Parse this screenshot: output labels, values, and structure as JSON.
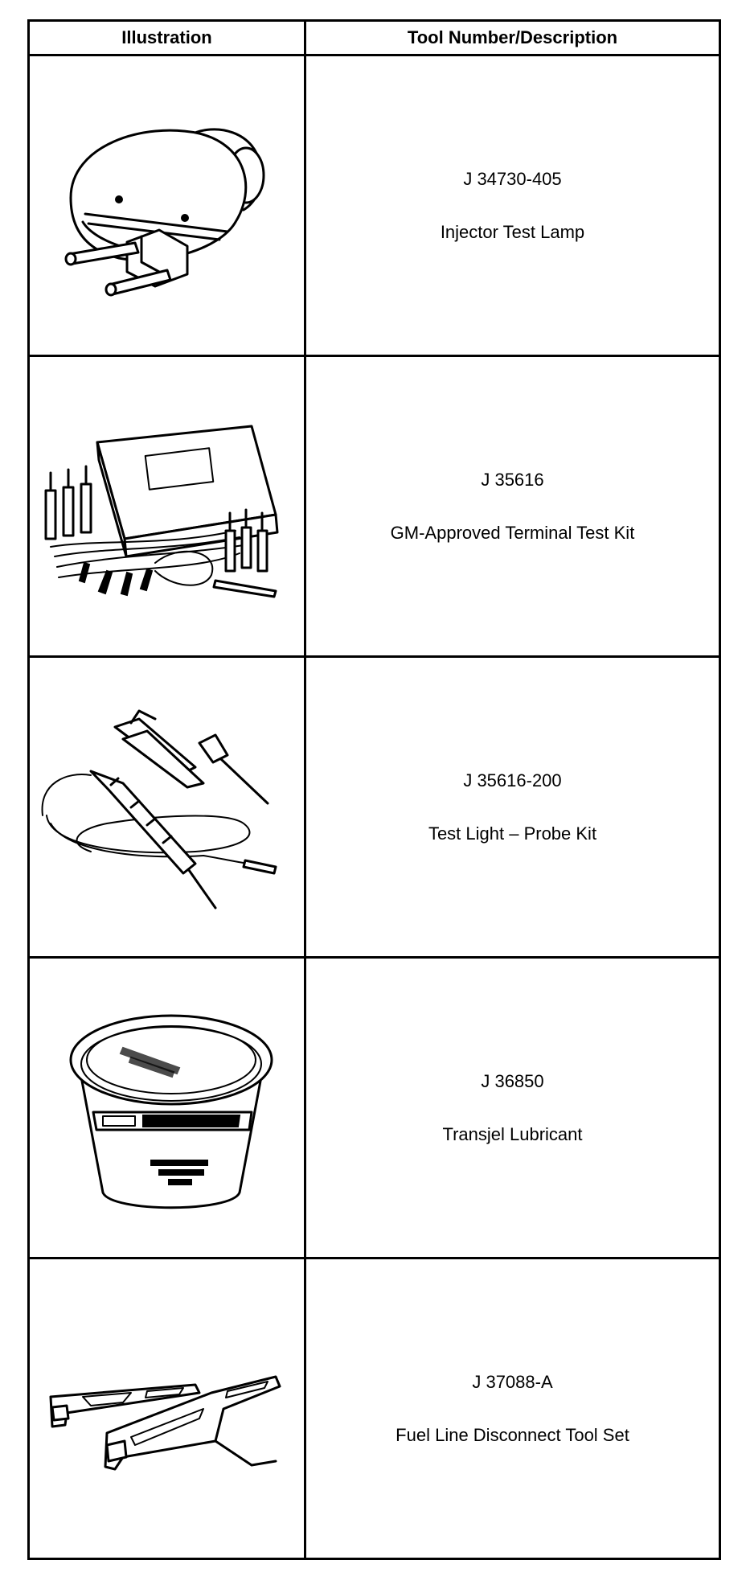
{
  "header": {
    "illustration": "Illustration",
    "tool_number_description": "Tool Number/Description"
  },
  "tools": [
    {
      "number": "J 34730-405",
      "description": "Injector Test Lamp",
      "icon": "injector-test-lamp-icon"
    },
    {
      "number": "J 35616",
      "description": "GM-Approved Terminal Test Kit",
      "icon": "terminal-test-kit-icon"
    },
    {
      "number": "J 35616-200",
      "description": "Test Light – Probe Kit",
      "icon": "test-light-probe-kit-icon"
    },
    {
      "number": "J 36850",
      "description": "Transjel Lubricant",
      "icon": "transjel-lubricant-tub-icon"
    },
    {
      "number": "J 37088-A",
      "description": "Fuel Line Disconnect Tool Set",
      "icon": "fuel-line-disconnect-tools-icon"
    }
  ]
}
